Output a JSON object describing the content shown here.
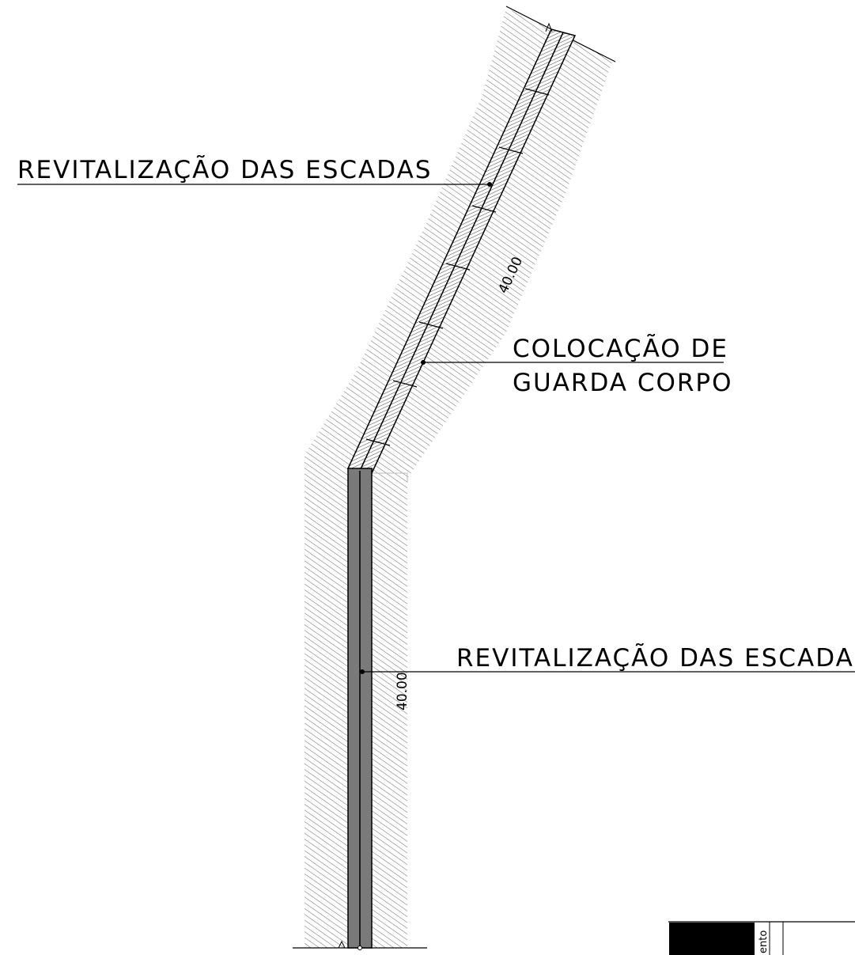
{
  "drawing": {
    "labels": {
      "upper_stairs": "REVITALIZAÇÃO DAS ESCADAS",
      "guardrail_line1": "COLOCAÇÃO DE",
      "guardrail_line2": "GUARDA CORPO",
      "lower_stairs": "REVITALIZAÇÃO DAS ESCADAS"
    },
    "dimensions": {
      "upper_length": "40.00",
      "lower_length": "40.00"
    },
    "title_block": {
      "partial_text": "ento"
    },
    "colors": {
      "ink": "#000000",
      "hatch": "#555555",
      "ramp_fill": "#7a7a7a",
      "background": "#ffffff"
    }
  }
}
